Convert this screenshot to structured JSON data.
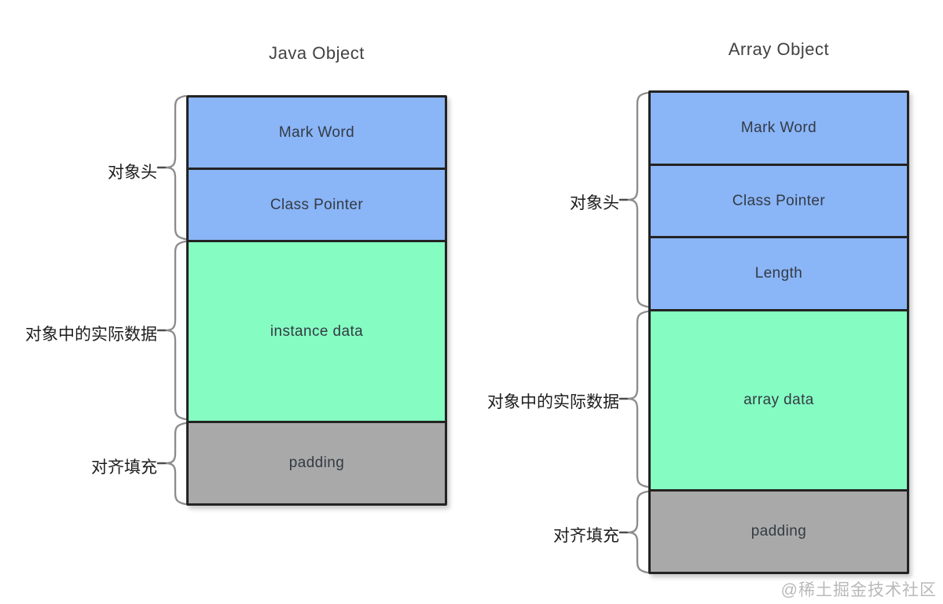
{
  "page": {
    "watermark": "@稀土掘金技术社区"
  },
  "colors": {
    "header_block": "#8ab5f7",
    "data_block": "#85fcc2",
    "padding_block": "#a9a9a9",
    "block_border": "#232323",
    "brace": "#8d8d8d",
    "background": "#ffffff"
  },
  "diagrams": [
    {
      "title": "Java Object",
      "blocks": [
        {
          "label": "Mark Word",
          "type": "header"
        },
        {
          "label": "Class Pointer",
          "type": "header"
        },
        {
          "label": "instance data",
          "type": "data"
        },
        {
          "label": "padding",
          "type": "padding"
        }
      ],
      "annotations": [
        {
          "label": "对象头"
        },
        {
          "label": "对象中的实际数据"
        },
        {
          "label": "对齐填充"
        }
      ]
    },
    {
      "title": "Array Object",
      "blocks": [
        {
          "label": "Mark Word",
          "type": "header"
        },
        {
          "label": "Class Pointer",
          "type": "header"
        },
        {
          "label": "Length",
          "type": "header"
        },
        {
          "label": "array data",
          "type": "data"
        },
        {
          "label": "padding",
          "type": "padding"
        }
      ],
      "annotations": [
        {
          "label": "对象头"
        },
        {
          "label": "对象中的实际数据"
        },
        {
          "label": "对齐填充"
        }
      ]
    }
  ]
}
